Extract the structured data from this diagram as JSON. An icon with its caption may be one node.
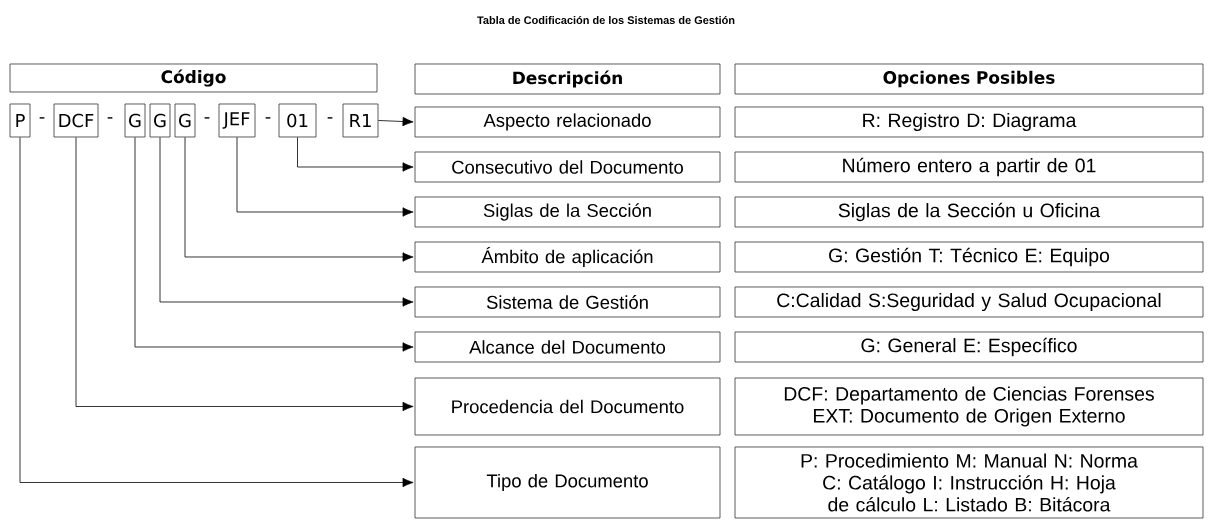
{
  "diagram": {
    "title": "Tabla de Codificación de los Sistemas de Gestión",
    "nodes": [
      {
        "text": [
          "Código"
        ]
      },
      {
        "text": [
          "P"
        ]
      },
      {
        "text": [
          "DCF"
        ]
      },
      {
        "text": [
          "G"
        ]
      },
      {
        "text": [
          "G"
        ]
      },
      {
        "text": [
          "G"
        ]
      },
      {
        "text": [
          "JEF"
        ]
      },
      {
        "text": [
          "01"
        ]
      },
      {
        "text": [
          "R1"
        ]
      },
      {
        "text": [
          "Descripción"
        ]
      },
      {
        "text": [
          "Opciones Posibles"
        ]
      },
      {
        "text": [
          "Aspecto relacionado"
        ]
      },
      {
        "text": [
          "R: Registro D: Diagrama"
        ]
      },
      {
        "text": [
          "Consecutivo del Documento"
        ]
      },
      {
        "text": [
          "Número entero a partir de 01"
        ]
      },
      {
        "text": [
          "Siglas de la Sección"
        ]
      },
      {
        "text": [
          "Siglas de la Sección u Oficina"
        ]
      },
      {
        "text": [
          "Ámbito de aplicación"
        ]
      },
      {
        "text": [
          "G: Gestión T: Técnico E: Equipo"
        ]
      },
      {
        "text": [
          "Sistema de Gestión"
        ]
      },
      {
        "text": [
          "C:Calidad S:Seguridad y Salud Ocupacional"
        ]
      },
      {
        "text": [
          "Alcance del Documento"
        ]
      },
      {
        "text": [
          "G: General E: Específico"
        ]
      },
      {
        "text": [
          "Procedencia del Documento"
        ]
      },
      {
        "text": [
          "DCF: Departamento de Ciencias Forenses EXT: Documento de Origen Externo"
        ]
      },
      {
        "text": [
          "Tipo de Documento"
        ]
      },
      {
        "text": [
          "P: Procedimiento M: Manual N: Norma C: Catálogo I: Instrucción H: Hoja de cálculo L: Listado B: Bitácora"
        ]
      }
    ],
    "edges": [
      {
        "from": 8,
        "to": 11,
        "arrow": "to"
      },
      {
        "from": 7,
        "to": 13,
        "arrow": "to"
      },
      {
        "from": 6,
        "to": 15,
        "arrow": "to"
      },
      {
        "from": 5,
        "to": 17,
        "arrow": "to"
      },
      {
        "from": 4,
        "to": 19,
        "arrow": "to"
      },
      {
        "from": 3,
        "to": 21,
        "arrow": "to"
      },
      {
        "from": 2,
        "to": 23,
        "arrow": "to"
      },
      {
        "from": 1,
        "to": 25,
        "arrow": "to"
      }
    ],
    "labels": [
      "-",
      "-",
      "-",
      "-",
      "-"
    ]
  }
}
